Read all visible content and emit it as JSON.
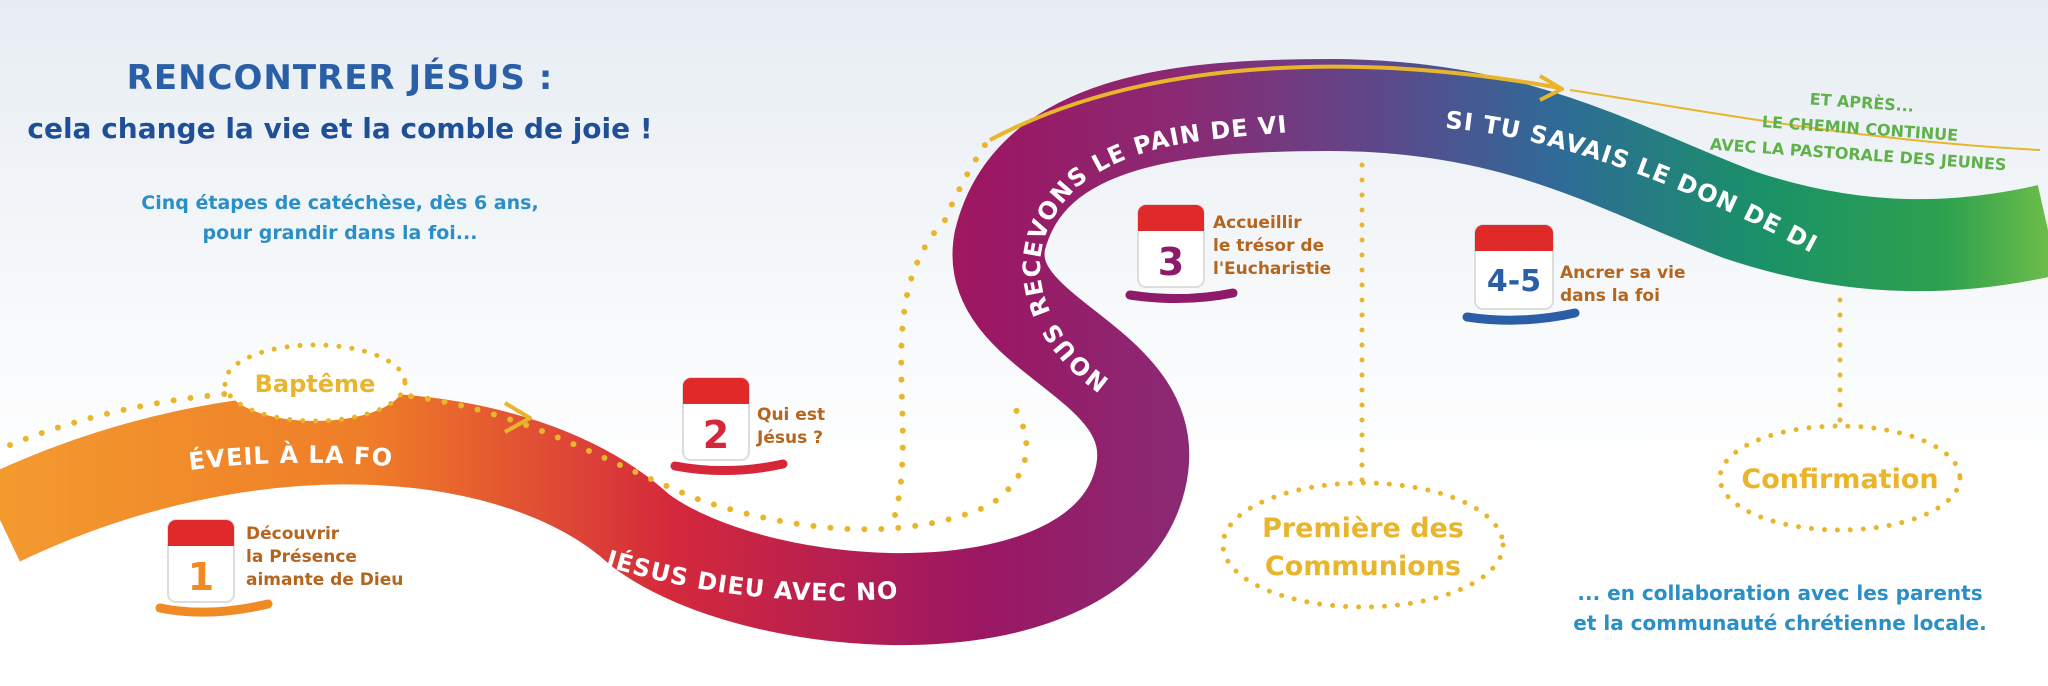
{
  "title": {
    "line1": "RENCONTRER JÉSUS :",
    "line2": "cela change la vie et la comble de joie !"
  },
  "intro": {
    "line1": "Cinq étapes  de catéchèse,  dès 6 ans,",
    "line2": "pour grandir  dans la foi..."
  },
  "road_labels": {
    "eveil": "ÉVEIL À LA FOI",
    "jesus": "JÉSUS DIEU AVEC NOUS",
    "pain": "NOUS RECEVONS LE PAIN DE VIE",
    "don": "SI TU SAVAIS LE DON DE DIEU"
  },
  "steps": [
    {
      "number": "1",
      "lines": [
        "Découvrir",
        "la Présence",
        "aimante de Dieu"
      ],
      "color": "#f08a24"
    },
    {
      "number": "2",
      "lines": [
        "Qui est",
        "Jésus ?"
      ],
      "color": "#d6263a"
    },
    {
      "number": "3",
      "lines": [
        "Accueillir",
        "le trésor de",
        "l'Eucharistie"
      ],
      "color": "#8e1a6a"
    },
    {
      "number": "4-5",
      "lines": [
        "Ancrer sa vie",
        "dans la foi"
      ],
      "color": "#2a5fa8"
    }
  ],
  "sacraments": {
    "bapteme": "Baptême",
    "communions_line1": "Première des",
    "communions_line2": "Communions",
    "confirmation": "Confirmation"
  },
  "after": {
    "line1": "ET APRÈS...",
    "line2": "LE CHEMIN CONTINUE",
    "line3": "AVEC LA PASTORALE DES JEUNES"
  },
  "collaboration": {
    "line1": "... en collaboration avec les parents",
    "line2": "et la communauté chrétienne locale."
  },
  "colors": {
    "orange": "#f08a24",
    "red": "#d6263a",
    "purple": "#8e1a6a",
    "blue": "#3d5fa0",
    "green": "#1aa05a",
    "gold": "#e8b52c"
  }
}
